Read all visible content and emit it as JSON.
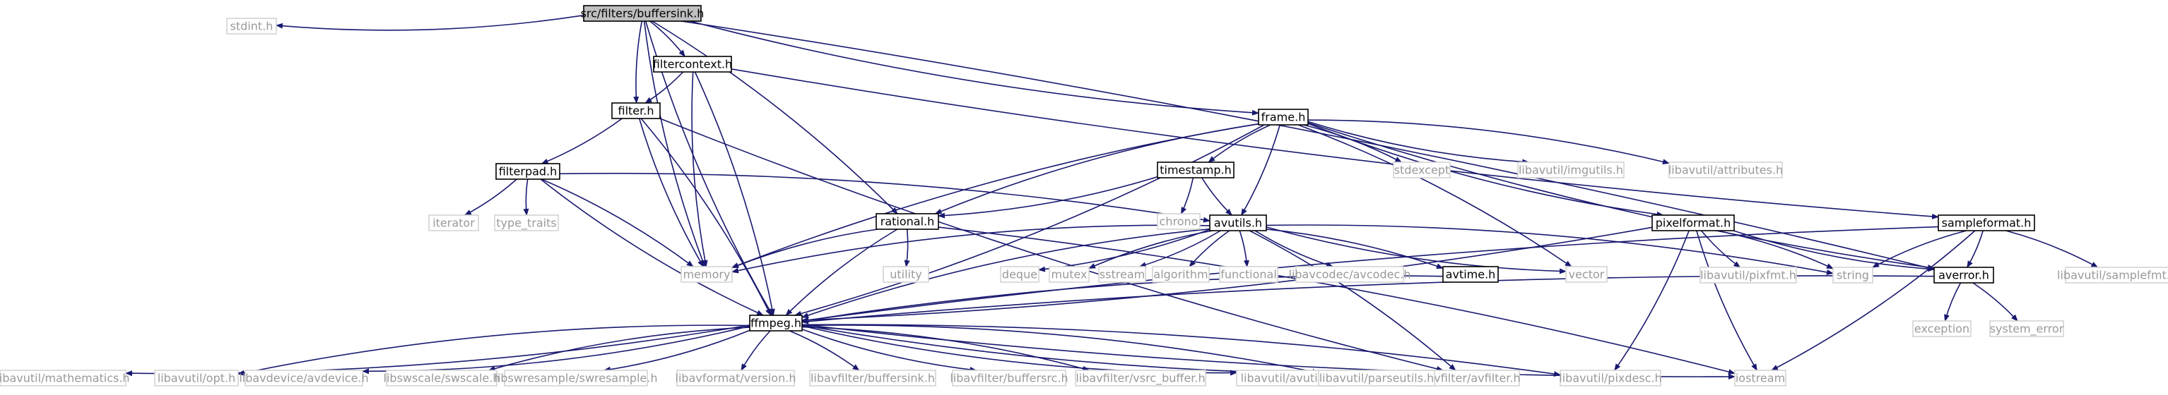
{
  "nodes": [
    {
      "id": "buffersink",
      "label": "src/filters/buffersink.h",
      "style": "root"
    },
    {
      "id": "stdint",
      "label": "stdint.h",
      "style": "external"
    },
    {
      "id": "filter",
      "label": "filter.h",
      "style": "local"
    },
    {
      "id": "filtercontext",
      "label": "filtercontext.h",
      "style": "local"
    },
    {
      "id": "memory",
      "label": "memory",
      "style": "external"
    },
    {
      "id": "rational",
      "label": "rational.h",
      "style": "local"
    },
    {
      "id": "frame",
      "label": "frame.h",
      "style": "local"
    },
    {
      "id": "averror",
      "label": "averror.h",
      "style": "local"
    },
    {
      "id": "ffmpeg",
      "label": "ffmpeg.h",
      "style": "local"
    },
    {
      "id": "filterpad",
      "label": "filterpad.h",
      "style": "local"
    },
    {
      "id": "iterator",
      "label": "iterator",
      "style": "external"
    },
    {
      "id": "type_traits",
      "label": "type_traits",
      "style": "external"
    },
    {
      "id": "avutils",
      "label": "avutils.h",
      "style": "local"
    },
    {
      "id": "avfilter_h",
      "label": "libavfilter/avfilter.h",
      "style": "external"
    },
    {
      "id": "pixdesc",
      "label": "libavutil/pixdesc.h",
      "style": "external"
    },
    {
      "id": "timestamp",
      "label": "timestamp.h",
      "style": "local"
    },
    {
      "id": "stdexcept",
      "label": "stdexcept",
      "style": "external"
    },
    {
      "id": "imgutils",
      "label": "libavutil/imgutils.h",
      "style": "external"
    },
    {
      "id": "attributes",
      "label": "libavutil/attributes.h",
      "style": "external"
    },
    {
      "id": "sampleformat",
      "label": "sampleformat.h",
      "style": "local"
    },
    {
      "id": "pixelformat",
      "label": "pixelformat.h",
      "style": "local"
    },
    {
      "id": "chrono",
      "label": "chrono",
      "style": "external"
    },
    {
      "id": "utility",
      "label": "utility",
      "style": "external"
    },
    {
      "id": "deque",
      "label": "deque",
      "style": "external"
    },
    {
      "id": "mutex",
      "label": "mutex",
      "style": "external"
    },
    {
      "id": "sstream",
      "label": "sstream",
      "style": "external"
    },
    {
      "id": "algorithm",
      "label": "algorithm",
      "style": "external"
    },
    {
      "id": "functional",
      "label": "functional",
      "style": "external"
    },
    {
      "id": "avcodec",
      "label": "libavcodec/avcodec.h",
      "style": "external"
    },
    {
      "id": "avtime",
      "label": "avtime.h",
      "style": "local"
    },
    {
      "id": "vector",
      "label": "vector",
      "style": "external"
    },
    {
      "id": "string",
      "label": "string",
      "style": "external"
    },
    {
      "id": "pixfmt",
      "label": "libavutil/pixfmt.h",
      "style": "external"
    },
    {
      "id": "samplefmt",
      "label": "libavutil/samplefmt.h",
      "style": "external"
    },
    {
      "id": "exception",
      "label": "exception",
      "style": "external"
    },
    {
      "id": "system_error",
      "label": "system_error",
      "style": "external"
    },
    {
      "id": "iostream",
      "label": "iostream",
      "style": "external"
    },
    {
      "id": "mathematics",
      "label": "libavutil/mathematics.h",
      "style": "external"
    },
    {
      "id": "opt",
      "label": "libavutil/opt.h",
      "style": "external"
    },
    {
      "id": "avdevice",
      "label": "libavdevice/avdevice.h",
      "style": "external"
    },
    {
      "id": "swscale",
      "label": "libswscale/swscale.h",
      "style": "external"
    },
    {
      "id": "swresample",
      "label": "libswresample/swresample.h",
      "style": "external"
    },
    {
      "id": "version",
      "label": "libavformat/version.h",
      "style": "external"
    },
    {
      "id": "lavf_buffersink",
      "label": "libavfilter/buffersink.h",
      "style": "external"
    },
    {
      "id": "buffersrc",
      "label": "libavfilter/buffersrc.h",
      "style": "external"
    },
    {
      "id": "vsrc_buffer",
      "label": "libavfilter/vsrc_buffer.h",
      "style": "external"
    },
    {
      "id": "avutil",
      "label": "libavutil/avutil.h",
      "style": "external"
    },
    {
      "id": "parseutils",
      "label": "libavutil/parseutils.h",
      "style": "external"
    }
  ],
  "edges": [
    [
      "buffersink",
      "stdint"
    ],
    [
      "buffersink",
      "filter"
    ],
    [
      "buffersink",
      "filtercontext"
    ],
    [
      "buffersink",
      "memory"
    ],
    [
      "buffersink",
      "rational"
    ],
    [
      "buffersink",
      "frame"
    ],
    [
      "buffersink",
      "averror"
    ],
    [
      "buffersink",
      "ffmpeg"
    ],
    [
      "filtercontext",
      "filter"
    ],
    [
      "filtercontext",
      "memory"
    ],
    [
      "filtercontext",
      "ffmpeg"
    ],
    [
      "filtercontext",
      "sampleformat"
    ],
    [
      "filter",
      "filterpad"
    ],
    [
      "filter",
      "memory"
    ],
    [
      "filter",
      "ffmpeg"
    ],
    [
      "filter",
      "avfilter_h"
    ],
    [
      "filterpad",
      "iterator"
    ],
    [
      "filterpad",
      "type_traits"
    ],
    [
      "filterpad",
      "memory"
    ],
    [
      "filterpad",
      "ffmpeg"
    ],
    [
      "filterpad",
      "avutils"
    ],
    [
      "frame",
      "timestamp"
    ],
    [
      "frame",
      "avutils"
    ],
    [
      "frame",
      "memory"
    ],
    [
      "frame",
      "ffmpeg"
    ],
    [
      "frame",
      "rational"
    ],
    [
      "frame",
      "stdexcept"
    ],
    [
      "frame",
      "imgutils"
    ],
    [
      "frame",
      "attributes"
    ],
    [
      "frame",
      "pixelformat"
    ],
    [
      "frame",
      "vector"
    ],
    [
      "frame",
      "averror"
    ],
    [
      "timestamp",
      "chrono"
    ],
    [
      "timestamp",
      "avutils"
    ],
    [
      "timestamp",
      "rational"
    ],
    [
      "rational",
      "memory"
    ],
    [
      "rational",
      "utility"
    ],
    [
      "rational",
      "ffmpeg"
    ],
    [
      "rational",
      "iostream"
    ],
    [
      "avutils",
      "memory"
    ],
    [
      "avutils",
      "deque"
    ],
    [
      "avutils",
      "mutex"
    ],
    [
      "avutils",
      "sstream"
    ],
    [
      "avutils",
      "algorithm"
    ],
    [
      "avutils",
      "functional"
    ],
    [
      "avutils",
      "avcodec"
    ],
    [
      "avutils",
      "avtime"
    ],
    [
      "avutils",
      "vector"
    ],
    [
      "avutils",
      "string"
    ],
    [
      "avutils",
      "ffmpeg"
    ],
    [
      "avutils",
      "avfilter_h"
    ],
    [
      "avtime",
      "ffmpeg"
    ],
    [
      "pixelformat",
      "ffmpeg"
    ],
    [
      "pixelformat",
      "pixfmt"
    ],
    [
      "pixelformat",
      "string"
    ],
    [
      "pixelformat",
      "averror"
    ],
    [
      "pixelformat",
      "pixdesc"
    ],
    [
      "pixelformat",
      "iostream"
    ],
    [
      "sampleformat",
      "averror"
    ],
    [
      "sampleformat",
      "string"
    ],
    [
      "sampleformat",
      "samplefmt"
    ],
    [
      "sampleformat",
      "ffmpeg"
    ],
    [
      "sampleformat",
      "iostream"
    ],
    [
      "averror",
      "exception"
    ],
    [
      "averror",
      "system_error"
    ],
    [
      "averror",
      "ffmpeg"
    ],
    [
      "ffmpeg",
      "mathematics"
    ],
    [
      "ffmpeg",
      "opt"
    ],
    [
      "ffmpeg",
      "avdevice"
    ],
    [
      "ffmpeg",
      "swscale"
    ],
    [
      "ffmpeg",
      "swresample"
    ],
    [
      "ffmpeg",
      "version"
    ],
    [
      "ffmpeg",
      "lavf_buffersink"
    ],
    [
      "ffmpeg",
      "buffersrc"
    ],
    [
      "ffmpeg",
      "vsrc_buffer"
    ],
    [
      "ffmpeg",
      "avutil"
    ],
    [
      "ffmpeg",
      "parseutils"
    ],
    [
      "ffmpeg",
      "avfilter_h"
    ],
    [
      "ffmpeg",
      "pixdesc"
    ],
    [
      "ffmpeg",
      "iostream"
    ]
  ],
  "colors": {
    "edge": "#191970",
    "root_fill": "#bfbfbf",
    "local_fill": "#ffffff",
    "local_border": "#000000",
    "external_border": "#d3d3d3",
    "external_text": "#999999",
    "text": "#000000"
  }
}
